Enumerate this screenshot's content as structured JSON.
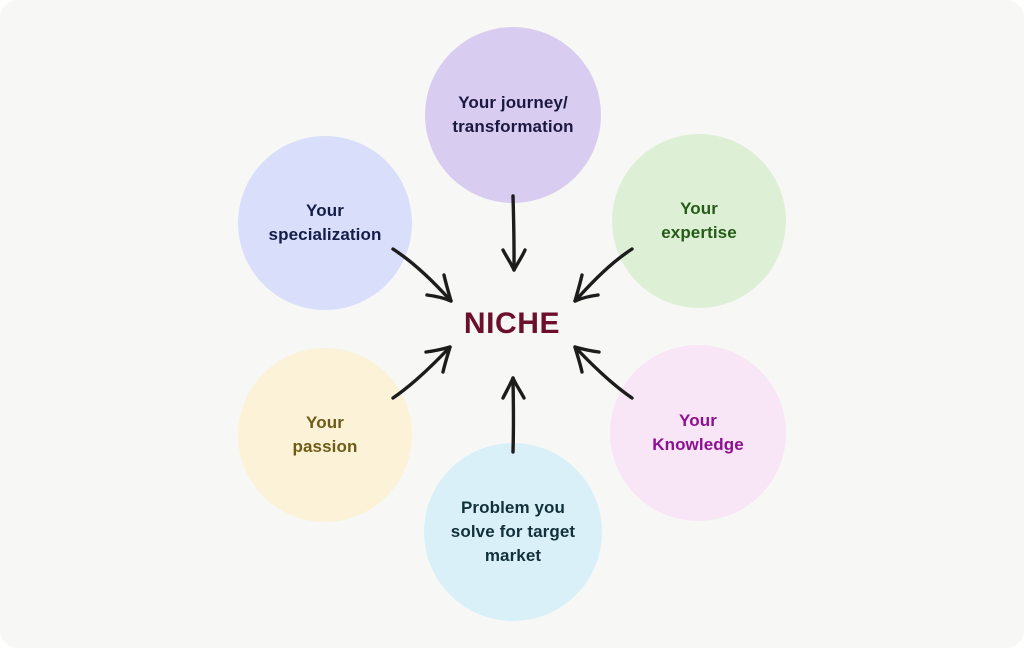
{
  "diagram": {
    "title": "NICHE",
    "background_color": "#f7f7f5",
    "center": {
      "label": "NICHE",
      "text_color": "#6b0f2b"
    },
    "nodes": [
      {
        "id": "journey",
        "label": "Your journey/\ntransformation",
        "fill": "#d8cdf0",
        "text_color": "#1b1840",
        "position": "top"
      },
      {
        "id": "specialization",
        "label": "Your\nspecialization",
        "fill": "#d9defb",
        "text_color": "#141c4a",
        "position": "top-left"
      },
      {
        "id": "expertise",
        "label": "Your\nexpertise",
        "fill": "#ddf0d5",
        "text_color": "#245c17",
        "position": "top-right"
      },
      {
        "id": "passion",
        "label": "Your\npassion",
        "fill": "#fbf2d8",
        "text_color": "#6d5c16",
        "position": "bottom-left"
      },
      {
        "id": "knowledge",
        "label": "Your\nKnowledge",
        "fill": "#f8e5f6",
        "text_color": "#8c1090",
        "position": "bottom-right"
      },
      {
        "id": "problem",
        "label": "Problem you\nsolve for target\nmarket",
        "fill": "#daf0f8",
        "text_color": "#11303a",
        "position": "bottom"
      }
    ],
    "arrows": [
      {
        "id": "arrow-journey-to-center",
        "from": "journey",
        "to": "center",
        "color": "#1c1c1c"
      },
      {
        "id": "arrow-specialization-to-center",
        "from": "specialization",
        "to": "center",
        "color": "#1c1c1c"
      },
      {
        "id": "arrow-expertise-to-center",
        "from": "expertise",
        "to": "center",
        "color": "#1c1c1c"
      },
      {
        "id": "arrow-passion-to-center",
        "from": "passion",
        "to": "center",
        "color": "#1c1c1c"
      },
      {
        "id": "arrow-knowledge-to-center",
        "from": "knowledge",
        "to": "center",
        "color": "#1c1c1c"
      },
      {
        "id": "arrow-problem-to-center",
        "from": "problem",
        "to": "center",
        "color": "#1c1c1c"
      }
    ]
  }
}
